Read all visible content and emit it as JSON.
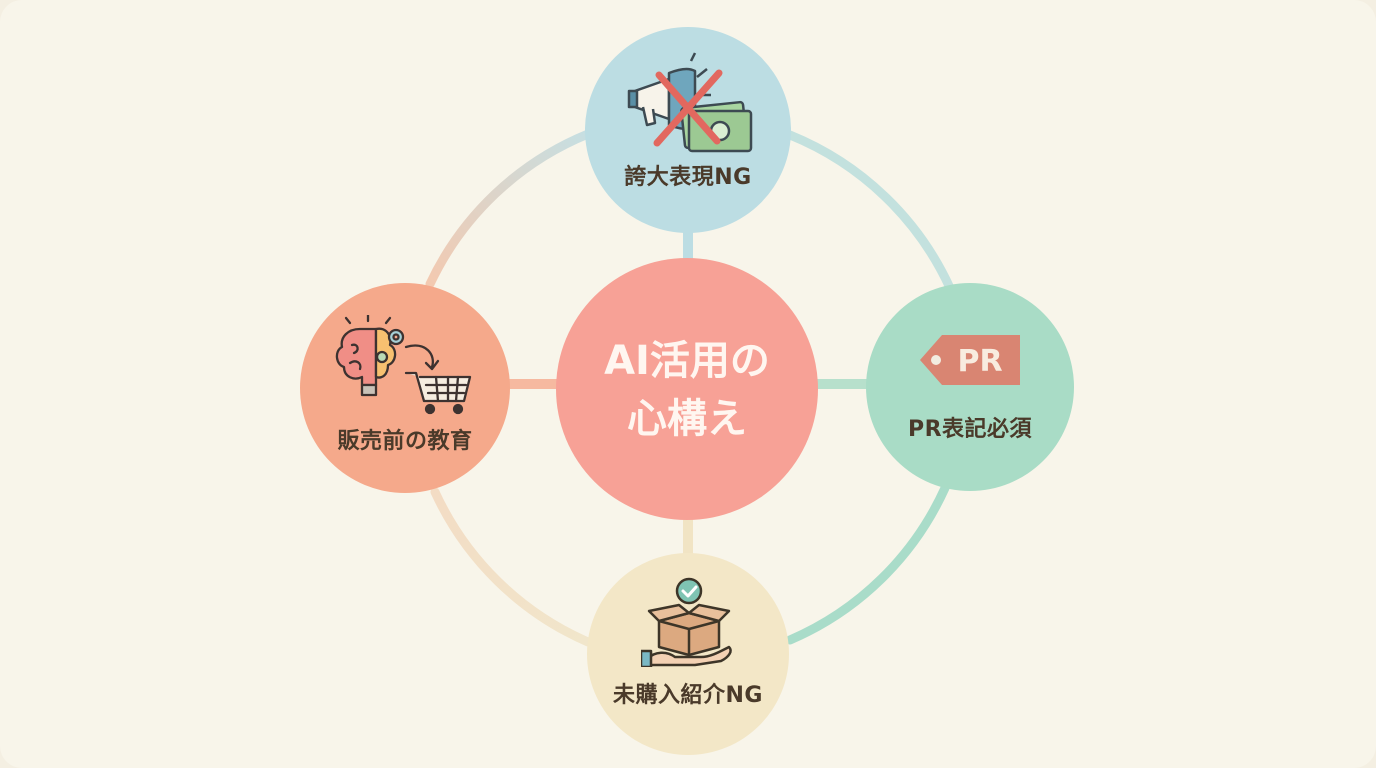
{
  "center": {
    "line1": "AI活用の",
    "line2": "心構え"
  },
  "nodes": {
    "top": {
      "label": "誇大表現NG",
      "icon": "megaphone-money-crossed-icon"
    },
    "right": {
      "label": "PR表記必須",
      "icon": "pr-tag-icon",
      "tag_text": "PR"
    },
    "bottom": {
      "label": "未購入紹介NG",
      "icon": "hand-box-check-icon"
    },
    "left": {
      "label": "販売前の教育",
      "icon": "brain-gear-cart-icon"
    }
  },
  "colors": {
    "background": "#f8f5ea",
    "center": "#f7a196",
    "top": "#bcdde3",
    "right": "#a9dcc6",
    "bottom": "#f3e7c7",
    "left": "#f5a98b",
    "text": "#4a3a2a"
  }
}
